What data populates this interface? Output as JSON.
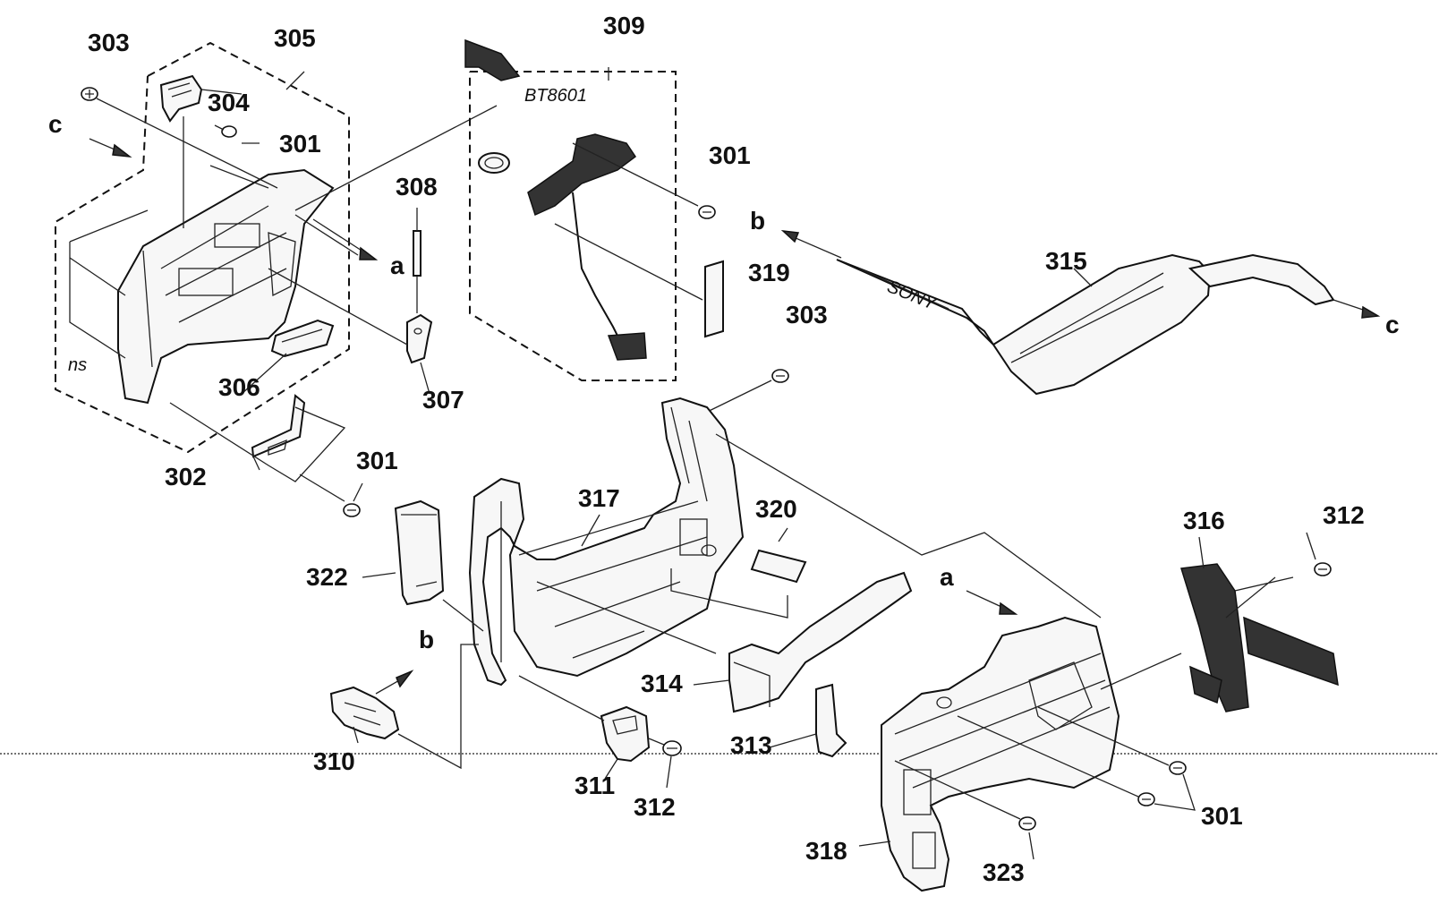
{
  "diagram": {
    "part_labels": {
      "p303a": "303",
      "p305": "305",
      "p304": "304",
      "p301a": "301",
      "p309": "309",
      "p301b": "301",
      "p308": "308",
      "p319": "319",
      "p315": "315",
      "p303b": "303",
      "p306": "306",
      "p307": "307",
      "p302": "302",
      "p301c": "301",
      "p317": "317",
      "p320": "320",
      "p316": "316",
      "p312a": "312",
      "p322": "322",
      "p314": "314",
      "p310": "310",
      "p311": "311",
      "p312b": "312",
      "p313": "313",
      "p301d": "301",
      "p318": "318",
      "p323": "323"
    },
    "reference_letters": {
      "c_left": "c",
      "a_upper": "a",
      "b_upper": "b",
      "c_right": "c",
      "a_lower": "a",
      "b_lower": "b"
    },
    "annotations": {
      "bt8601": "BT8601",
      "ns": "ns",
      "brand": "SONY"
    }
  }
}
